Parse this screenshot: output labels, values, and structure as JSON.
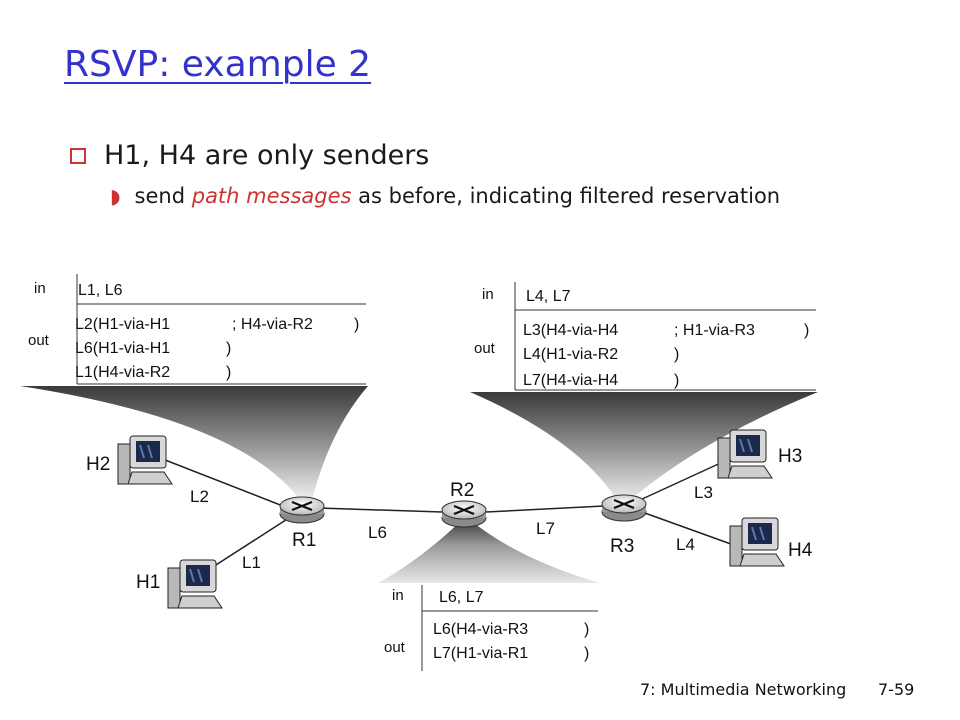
{
  "slide": {
    "title": "RSVP: example 2",
    "bullet1": "H1, H4 are only senders",
    "bullet2_pre": "send ",
    "bullet2_em": "path messages",
    "bullet2_post": " as before, indicating filtered reservation"
  },
  "nodes": {
    "h1": "H1",
    "h2": "H2",
    "h3": "H3",
    "h4": "H4",
    "r1": "R1",
    "r2": "R2",
    "r3": "R3"
  },
  "links": {
    "l1": "L1",
    "l2": "L2",
    "l3": "L3",
    "l4": "L4",
    "l6": "L6",
    "l7": "L7"
  },
  "tables": {
    "r1": {
      "in_label": "in",
      "in_value": "L1, L6",
      "out_label": "out",
      "rows": [
        {
          "a": "L2(H1-via-H1",
          "b": "; H4-via-R2",
          "c": ")"
        },
        {
          "a": "L6(H1-via-H1",
          "b": ")",
          "c": ""
        },
        {
          "a": "L1(H4-via-R2",
          "b": ")",
          "c": ""
        }
      ]
    },
    "r3": {
      "in_label": "in",
      "in_value": "L4, L7",
      "out_label": "out",
      "rows": [
        {
          "a": "L3(H4-via-H4",
          "b": "; H1-via-R3",
          "c": ")"
        },
        {
          "a": "L4(H1-via-R2",
          "b": ")",
          "c": ""
        },
        {
          "a": "L7(H4-via-H4",
          "b": ")",
          "c": ""
        }
      ]
    },
    "r2": {
      "in_label": "in",
      "in_value": "L6, L7",
      "out_label": "out",
      "rows": [
        {
          "a": "L6(H4-via-R3",
          "c": ")"
        },
        {
          "a": "L7(H1-via-R1",
          "c": ")"
        }
      ]
    }
  },
  "footer": {
    "course": "7: Multimedia Networking",
    "page": "7-59"
  },
  "colors": {
    "title": "#3333cc",
    "accent": "#cc3333"
  }
}
